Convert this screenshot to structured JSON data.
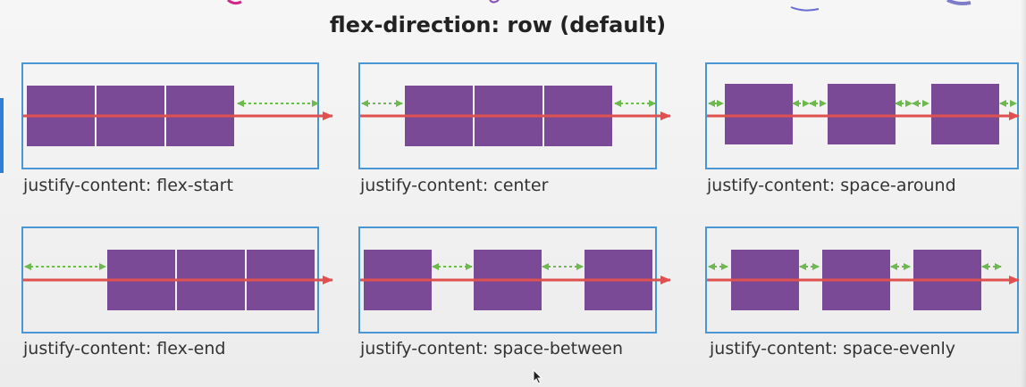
{
  "title": "flex-direction: row (default)",
  "colors": {
    "panel_border": "#4a95d4",
    "item_fill": "#7a4a97",
    "axis_arrow": "#e0504e",
    "space_arrow": "#6db84f"
  },
  "panels": [
    {
      "id": "flex-start",
      "caption": "justify-content: flex-start"
    },
    {
      "id": "center",
      "caption": "justify-content: center"
    },
    {
      "id": "space-around",
      "caption": "justify-content: space-around"
    },
    {
      "id": "flex-end",
      "caption": "justify-content: flex-end"
    },
    {
      "id": "space-between",
      "caption": "justify-content: space-between"
    },
    {
      "id": "space-evenly",
      "caption": "justify-content: space-evenly"
    }
  ]
}
